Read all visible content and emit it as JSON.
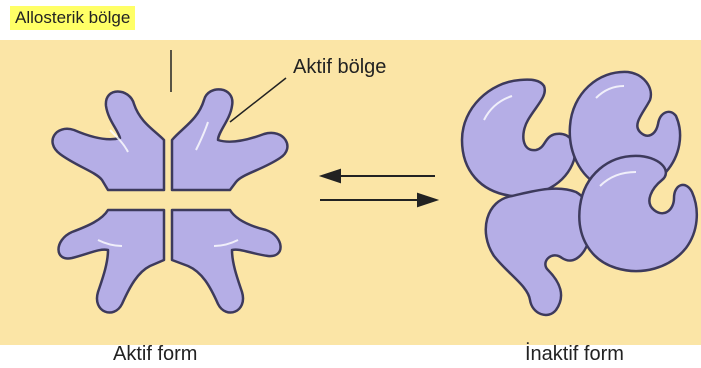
{
  "labels": {
    "allosteric_site": "Allosterik bölge",
    "active_site": "Aktif bölge",
    "active_form": "Aktif form",
    "inactive_form": "İnaktif form"
  },
  "colors": {
    "background_panel": "#fbe5a6",
    "protein_fill": "#b5aee6",
    "protein_stroke": "#3d3a5c",
    "label_highlight": "#ffff66"
  }
}
